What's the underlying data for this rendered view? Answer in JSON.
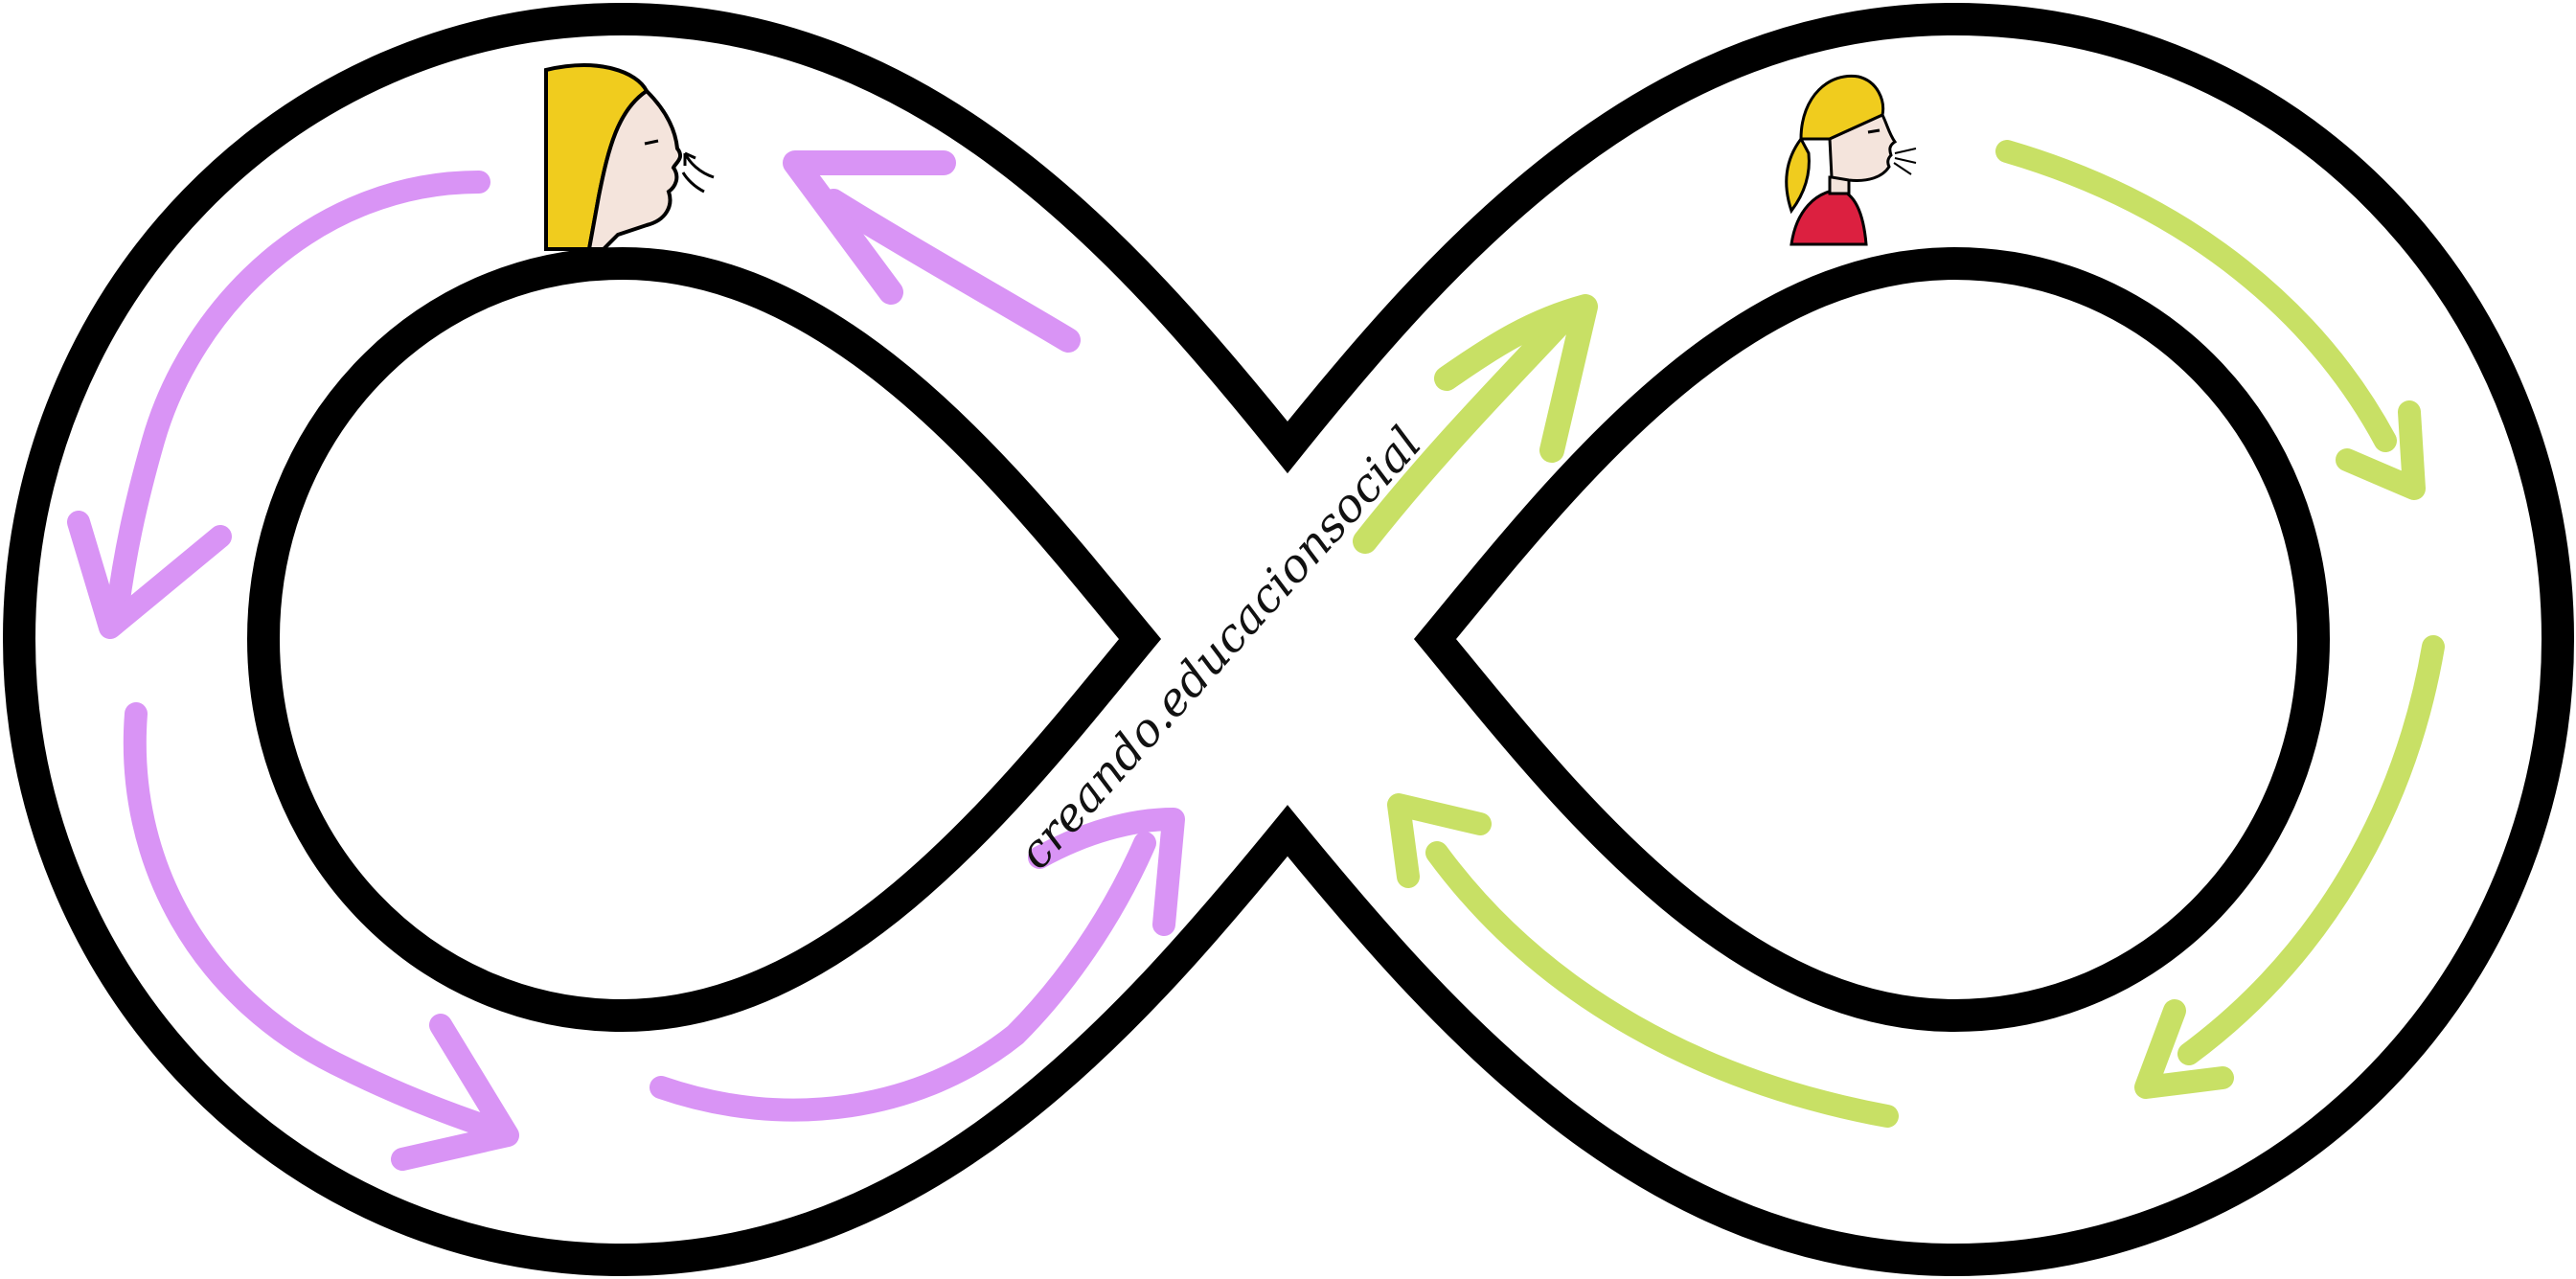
{
  "figure": {
    "watermark": "creando.educacionsocial",
    "description_left": "person inhaling",
    "description_right": "person exhaling"
  },
  "colors": {
    "track": "#000000",
    "inhale_arrows": "#d994f5",
    "exhale_arrows": "#c8e065",
    "hair": "#f0cc1e",
    "skin": "#f4e4dc",
    "shirt": "#dc2040"
  },
  "icons": {
    "left_person": "woman-inhaling-icon",
    "right_person": "woman-exhaling-icon"
  }
}
